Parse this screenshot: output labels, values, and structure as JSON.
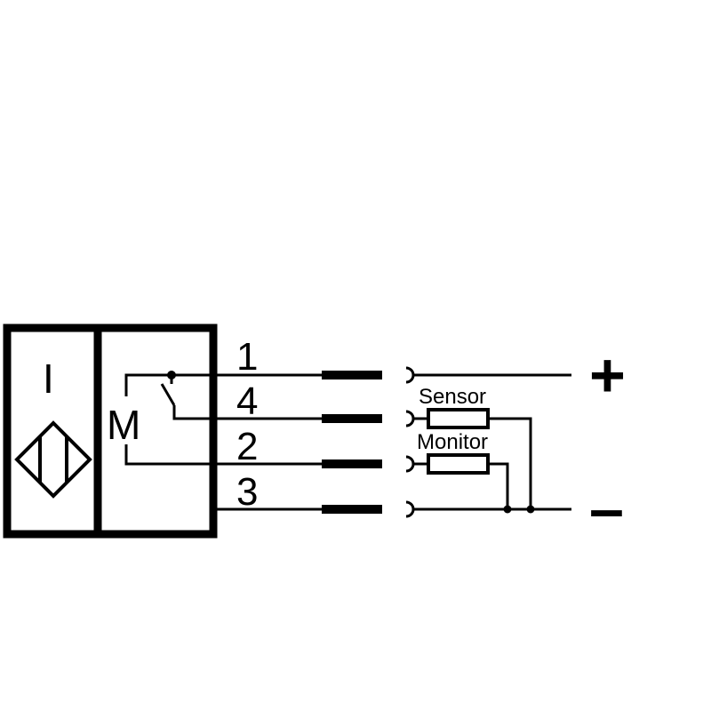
{
  "diagram": {
    "output_label": "I",
    "switch_label": "M",
    "pins": [
      "1",
      "4",
      "2",
      "3"
    ],
    "sensor_label": "Sensor",
    "monitor_label": "Monitor",
    "plus_label": "+",
    "minus_label": "–"
  }
}
